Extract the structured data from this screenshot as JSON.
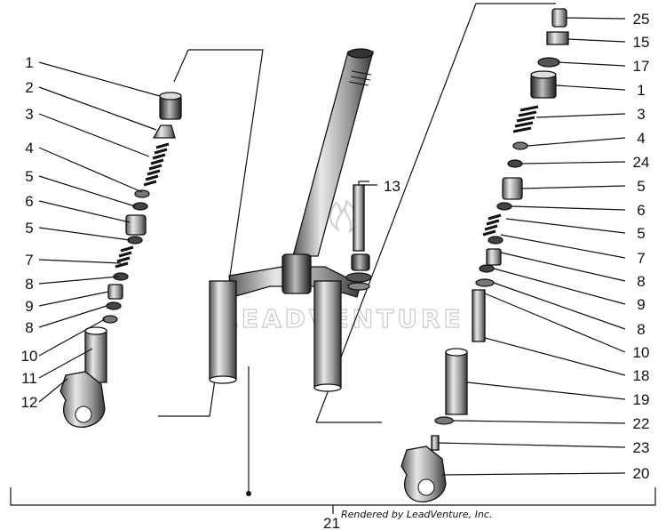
{
  "watermark": "LEADVENTURE",
  "credit": "Rendered by LeadVenture, Inc.",
  "assembly_label": "21",
  "center_label": "13",
  "left_labels": [
    "1",
    "2",
    "3",
    "4",
    "5",
    "6",
    "5",
    "7",
    "8",
    "9",
    "8",
    "10",
    "11",
    "12"
  ],
  "right_labels": [
    "25",
    "15",
    "17",
    "1",
    "3",
    "4",
    "24",
    "5",
    "6",
    "5",
    "7",
    "8",
    "9",
    "8",
    "10",
    "18",
    "19",
    "22",
    "23",
    "20"
  ]
}
